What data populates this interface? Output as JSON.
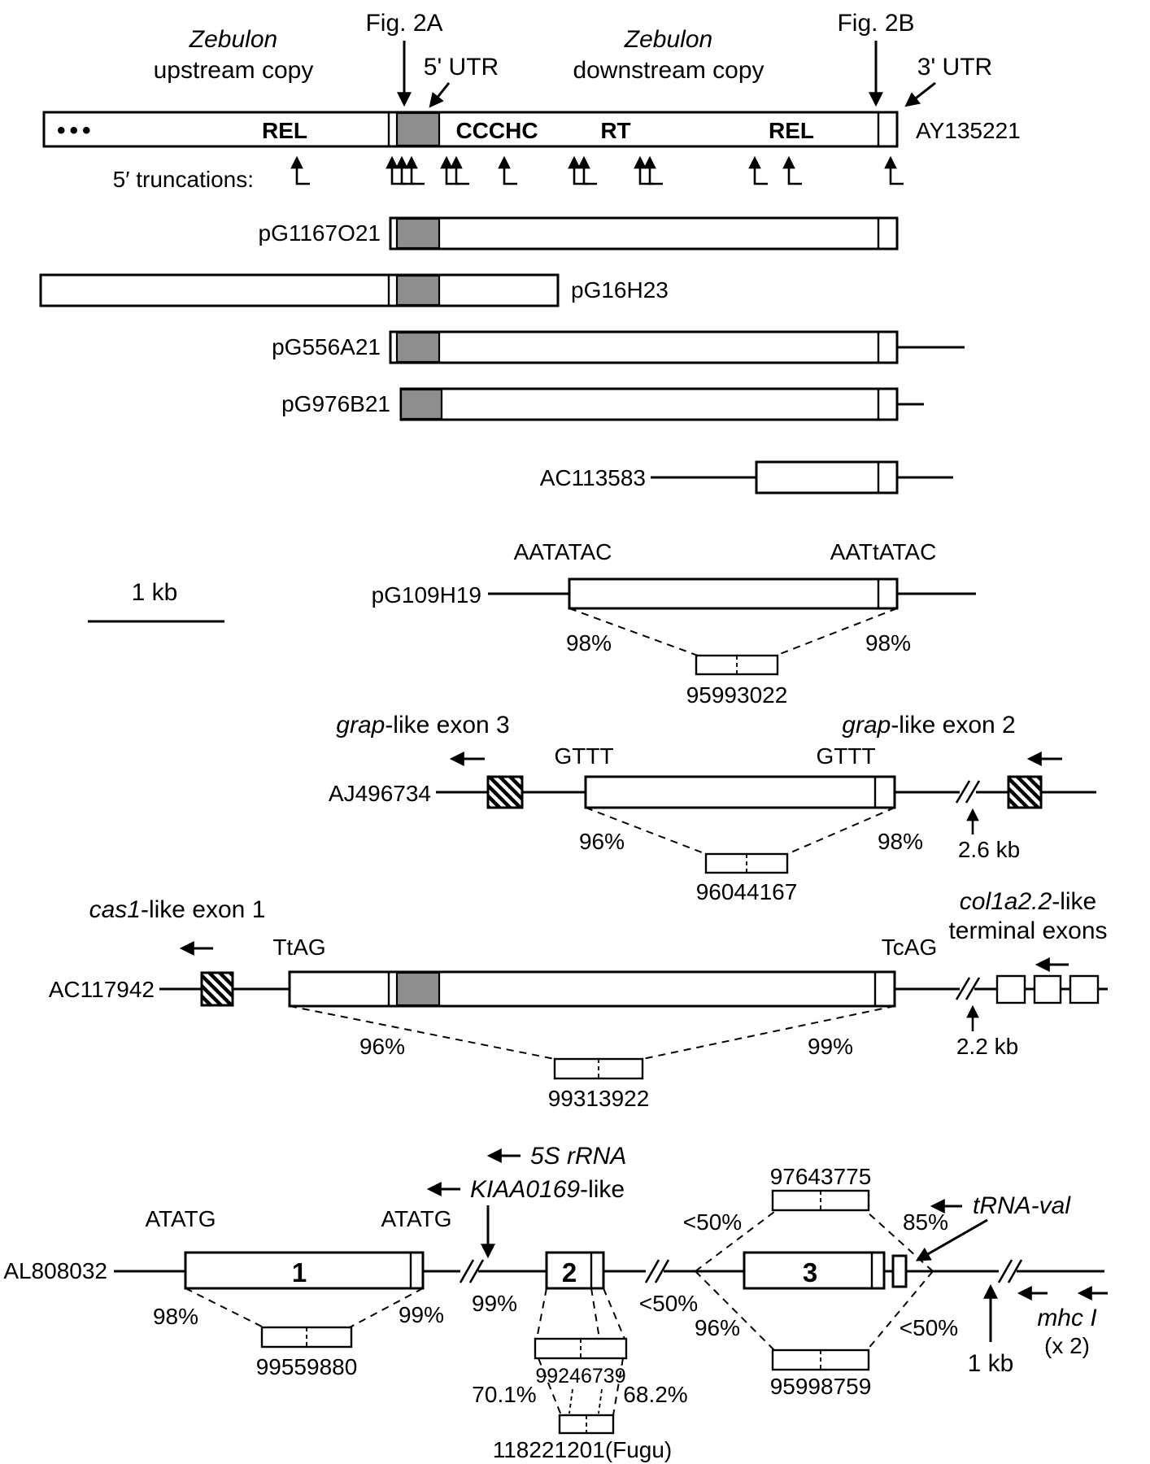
{
  "header": {
    "fig2a": "Fig. 2A",
    "fig2b": "Fig. 2B",
    "utr5": "5' UTR",
    "utr3": "3' UTR",
    "upstream_gene": "Zebulon",
    "upstream_desc": "upstream copy",
    "downstream_gene": "Zebulon",
    "downstream_desc": "downstream copy"
  },
  "main_bar": {
    "dots": "•••",
    "rel1": "REL",
    "ccchc": "CCCHC",
    "rt": "RT",
    "rel2": "REL",
    "accession": "AY135221",
    "truncations_label": "5′ truncations:"
  },
  "clones": {
    "pg1167o21": "pG1167O21",
    "pg16h23": "pG16H23",
    "pg556a21": "pG556A21",
    "pg976b21": "pG976B21",
    "ac113583": "AC113583"
  },
  "scalebar": {
    "label": "1 kb"
  },
  "pg109h19": {
    "label": "pG109H19",
    "site_left": "AATATAC",
    "site_right": "AATtATAC",
    "pct_left": "98%",
    "pct_right": "98%",
    "bac": "95993022"
  },
  "aj496734": {
    "label": "AJ496734",
    "exon3_gene": "grap",
    "exon3_suffix": "-like exon 3",
    "exon2_gene": "grap",
    "exon2_suffix": "-like exon 2",
    "site_left": "GTTT",
    "site_right": "GTTT",
    "pct_left": "96%",
    "pct_right": "98%",
    "gap": "2.6 kb",
    "bac": "96044167"
  },
  "ac117942": {
    "label": "AC117942",
    "exon1_gene": "cas1",
    "exon1_suffix": "-like exon 1",
    "site_left": "TtAG",
    "site_right": "TcAG",
    "col_gene": "col1a2.2",
    "col_suffix": "-like",
    "col_line2": "terminal exons",
    "pct_left": "96%",
    "pct_right": "99%",
    "gap": "2.2 kb",
    "bac": "99313922"
  },
  "al808032": {
    "label": "AL808032",
    "rrna_label": "5S rRNA",
    "kiaa_gene": "KIAA0169",
    "kiaa_suffix": "-like",
    "trna_label": "tRNA-val",
    "site_left": "ATATG",
    "site_right": "ATATG",
    "exon1": "1",
    "exon2": "2",
    "exon3": "3",
    "exon1_pct_left": "98%",
    "exon1_pct_right": "99%",
    "exon1_bac": "99559880",
    "exon2_pct_left": "99%",
    "exon2_pct_right": "<50%",
    "exon2_bac": "99246739",
    "exon3_pct_top_left": "<50%",
    "exon3_pct_top_right": "85%",
    "exon3_pct_bottom_left": "96%",
    "exon3_pct_bottom_right": "<50%",
    "exon3_bac_top": "97643775",
    "exon3_bac_bottom": "95998759",
    "fugu_pct_left": "70.1%",
    "fugu_pct_right": "68.2%",
    "fugu_bac": "118221201(Fugu)",
    "gap_scale": "1 kb",
    "mhc_label": "mhc I",
    "mhc_count": "(x 2)"
  }
}
